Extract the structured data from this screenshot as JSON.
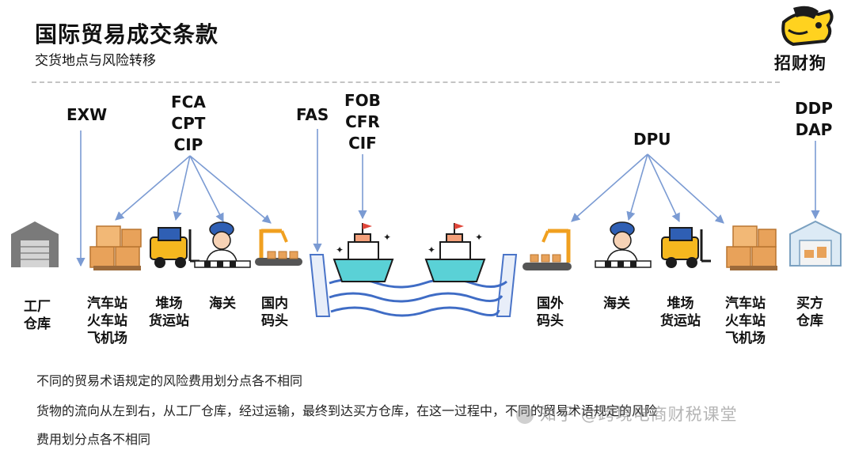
{
  "header": {
    "title": "国际贸易成交条款",
    "subtitle": "交货地点与风险转移"
  },
  "logo": {
    "text": "招财狗",
    "icon": "yellow-dog-logo-icon",
    "colors": {
      "yellow": "#FFD21F",
      "dark": "#1C1C1C"
    }
  },
  "terms": {
    "exw": [
      "EXW"
    ],
    "fca_group": [
      "FCA",
      "CPT",
      "CIP"
    ],
    "fas": [
      "FAS"
    ],
    "fob_group": [
      "FOB",
      "CFR",
      "CIF"
    ],
    "dpu": [
      "DPU"
    ],
    "ddp_group": [
      "DDP",
      "DAP"
    ]
  },
  "locations": {
    "factory": [
      "工厂",
      "仓库"
    ],
    "stations_left": [
      "汽车站",
      "火车站",
      "飞机场"
    ],
    "yard_left": [
      "堆场",
      "货运站"
    ],
    "customs_left": [
      "海关"
    ],
    "domestic_port": [
      "国内",
      "码头"
    ],
    "foreign_port": [
      "国外",
      "码头"
    ],
    "customs_right": [
      "海关"
    ],
    "yard_right": [
      "堆场",
      "货运站"
    ],
    "stations_right": [
      "汽车站",
      "火车站",
      "飞机场"
    ],
    "buyer": [
      "买方",
      "仓库"
    ]
  },
  "icons": {
    "factory": "warehouse-icon",
    "boxes": "cargo-boxes-icon",
    "forklift": "forklift-icon",
    "customs": "customs-officer-icon",
    "crane": "port-crane-conveyor-icon",
    "ship": "cargo-ship-icon",
    "buyer": "buyer-warehouse-icon"
  },
  "notes": [
    "不同的贸易术语规定的风险费用划分点各不相同",
    "货物的流向从左到右，从工厂仓库，经过运输，最终到达买方仓库，在这一过程中，不同的贸易术语规定的风险",
    "费用划分点各不相同"
  ],
  "watermark": "知乎 @跨境电商财税课堂",
  "colors": {
    "arrow": "#7B9BD3",
    "dock": "#4A74C8",
    "water": "#3F6CC5",
    "ship_hull": "#5AD1D6",
    "box": "#E8A25A",
    "grey_building": "#7A7A7A"
  }
}
